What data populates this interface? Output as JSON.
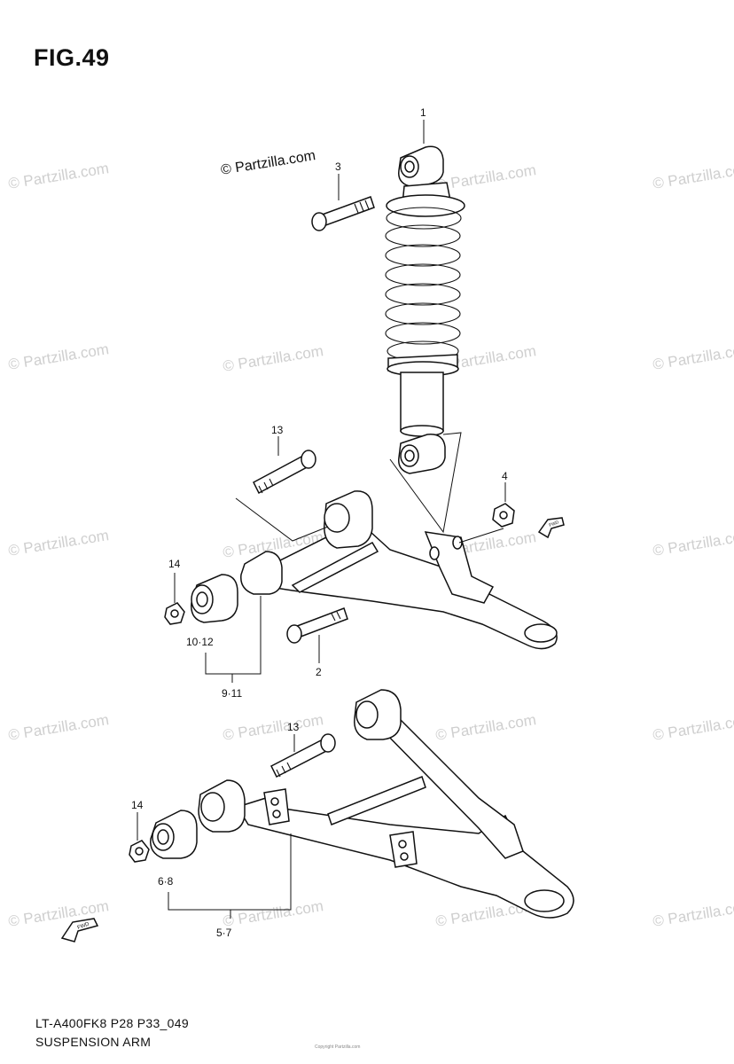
{
  "figure": {
    "title": "FIG.49",
    "copyright": "© Partzilla.com",
    "footer_code": "LT-A400FK8 P28 P33_049",
    "footer_name": "SUSPENSION ARM",
    "tiny_copyright": "Copyright Partzilla.com"
  },
  "watermark_text": "© Partzilla.com",
  "callouts": {
    "c1": "1",
    "c2": "2",
    "c3": "3",
    "c4": "4",
    "c13a": "13",
    "c14a": "14",
    "c1012": "10·12",
    "c911": "9·11",
    "c13b": "13",
    "c14b": "14",
    "c68": "6·8",
    "c57": "5·7"
  },
  "fwd_label": "FWD",
  "icons": {
    "fwd": "fwd-arrow-icon"
  }
}
